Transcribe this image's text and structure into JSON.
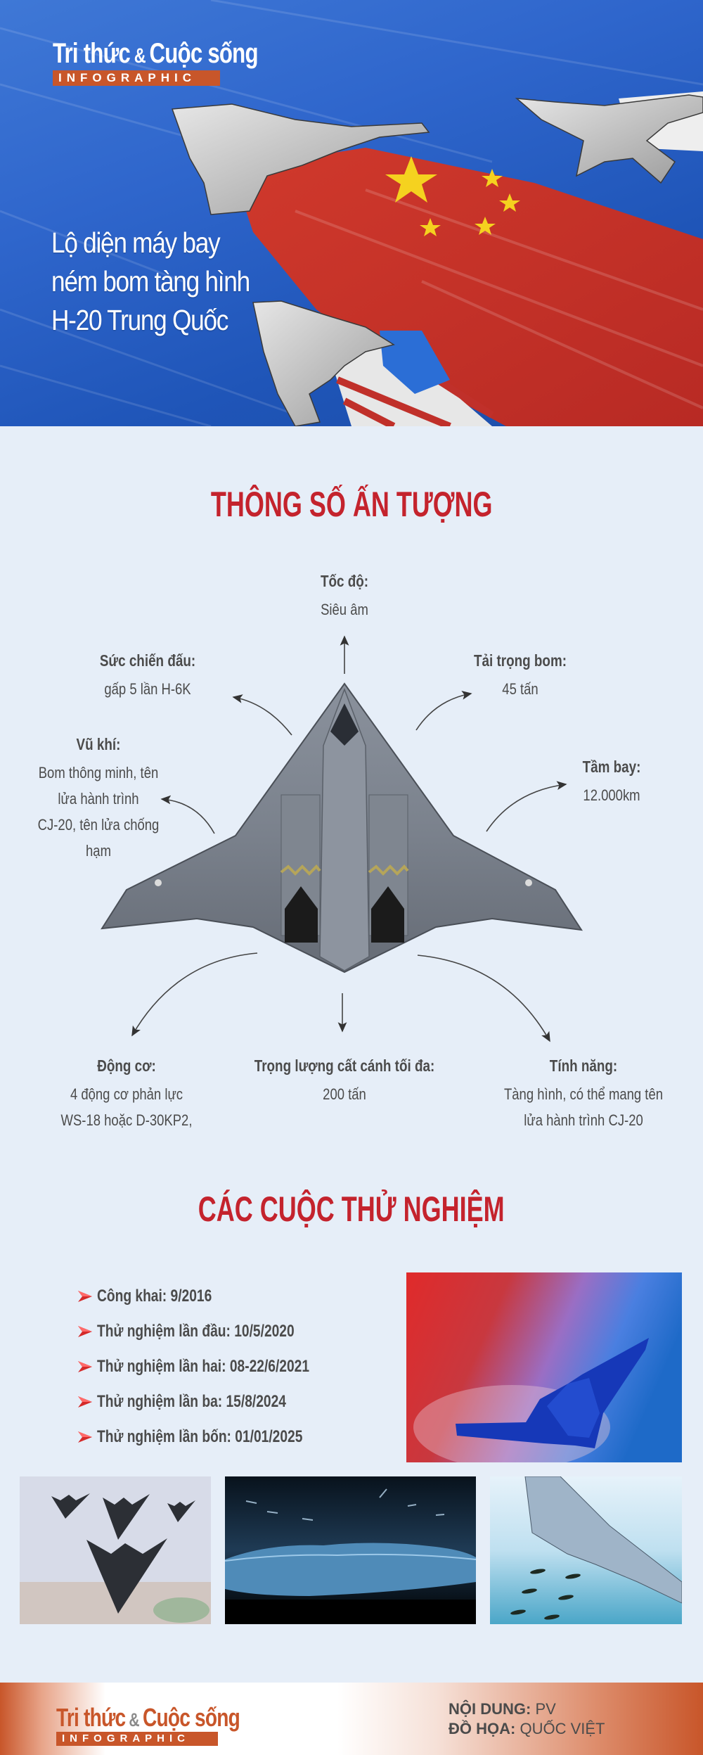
{
  "brand": {
    "name_part1": "Tri thức",
    "ampersand": "&",
    "name_part2": "Cuộc sống",
    "tag": "INFOGRAPHIC",
    "accent_color": "#c8562a"
  },
  "hero": {
    "title_lines": [
      "Lộ diện máy bay",
      "ném bom tàng hình",
      "H-20 Trung Quốc"
    ],
    "colors": {
      "sky": "#2f66cc",
      "flag_red": "#c0302a",
      "star_yellow": "#f5d21f"
    }
  },
  "specs_section": {
    "title": "THÔNG SỐ ẤN TƯỢNG",
    "title_color": "#c4232d",
    "items": {
      "speed": {
        "label": "Tốc độ:",
        "value": "Siêu âm"
      },
      "combat": {
        "label": "Sức chiến đấu:",
        "value": "gấp 5 lần H-6K"
      },
      "payload": {
        "label": "Tải trọng bom:",
        "value": "45 tấn"
      },
      "weapons": {
        "label": "Vũ khí:",
        "value_lines": [
          "Bom thông minh, tên",
          "lửa hành trình",
          "CJ-20, tên lửa chống",
          "hạm"
        ]
      },
      "range": {
        "label": "Tầm bay:",
        "value": "12.000km"
      },
      "engine": {
        "label": "Động cơ:",
        "value_lines": [
          "4 động cơ phản lực",
          "WS-18 hoặc D-30KP2,"
        ]
      },
      "mtow": {
        "label": "Trọng lượng cất cánh tối đa:",
        "value": "200 tấn"
      },
      "features": {
        "label": "Tính năng:",
        "value_lines": [
          "Tàng hình, có thể mang tên",
          "lửa hành trình CJ-20"
        ]
      }
    }
  },
  "tests_section": {
    "title": "CÁC CUỘC THỬ NGHIỆM",
    "items": [
      "Công khai: 9/2016",
      "Thử nghiệm lần đầu: 10/5/2020",
      "Thử nghiệm lần hai: 08-22/6/2021",
      "Thử nghiệm lần ba: 15/8/2024",
      "Thử nghiệm lần bốn: 01/01/2025"
    ],
    "bullet_color": "#d42a2a"
  },
  "footer": {
    "content_label": "NỘI DUNG:",
    "content_value": "PV",
    "graphics_label": "ĐỒ HỌA:",
    "graphics_value": "QUỐC VIỆT"
  }
}
